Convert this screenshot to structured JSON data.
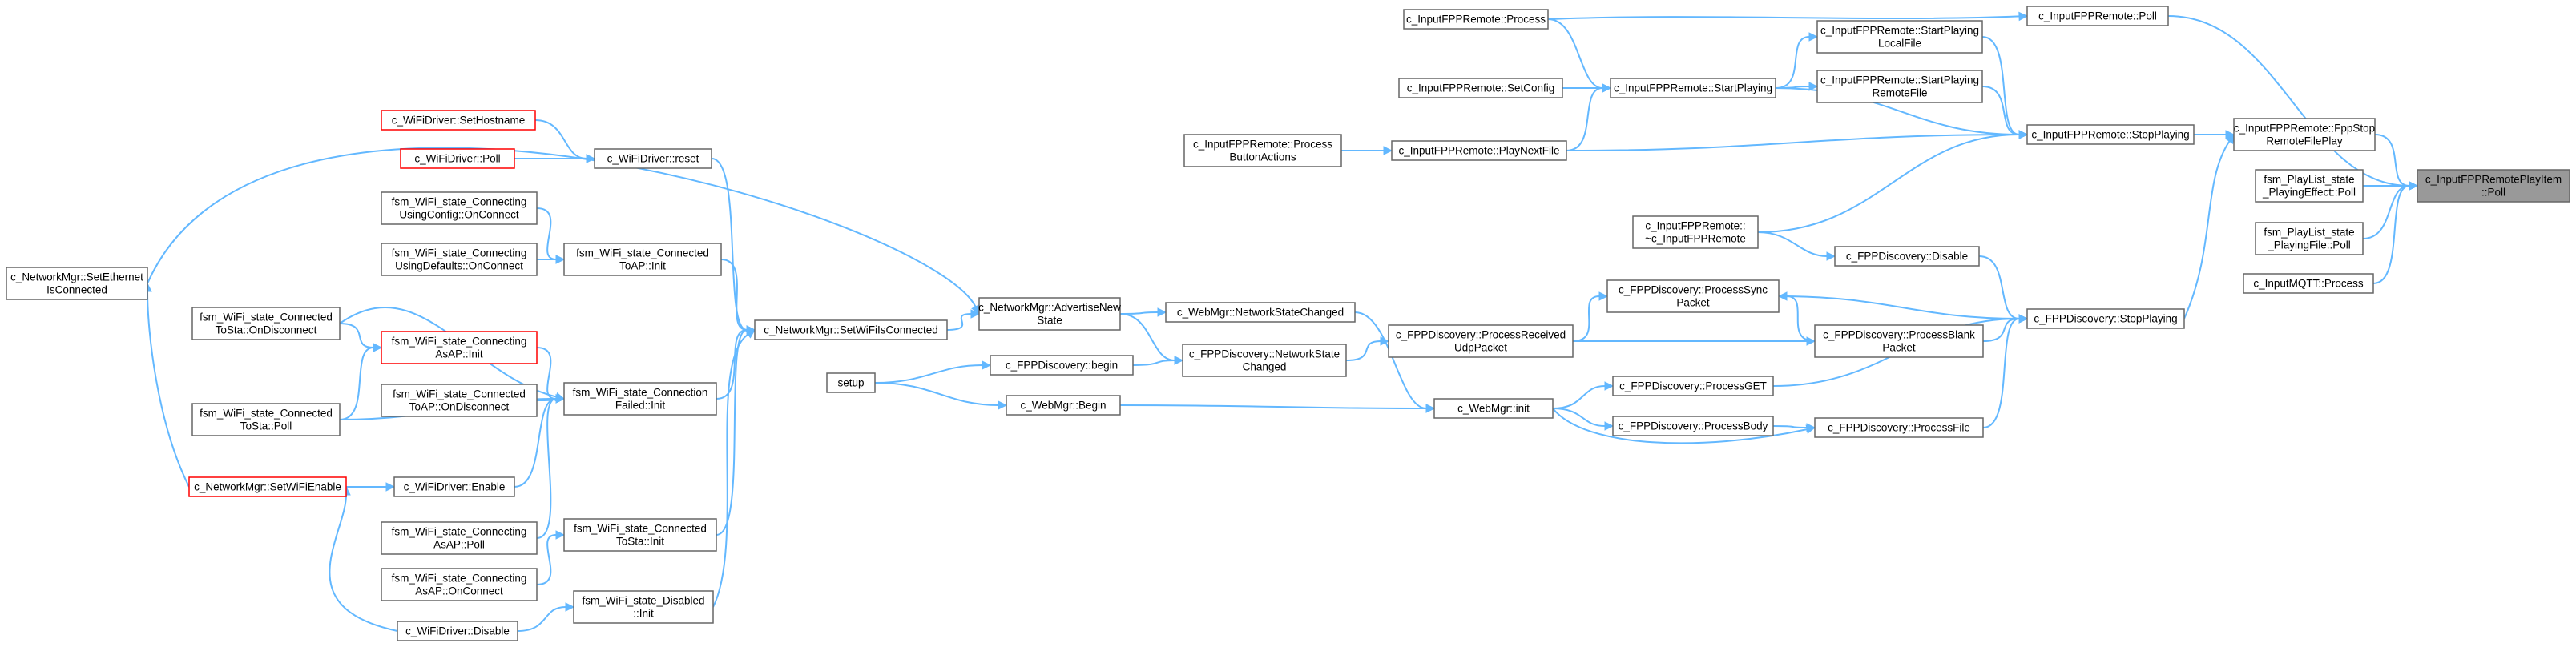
{
  "nodes": [
    {
      "id": "root",
      "lines": [
        "c_InputFPPRemotePlayItem",
        "::Poll"
      ],
      "style": "root"
    },
    {
      "id": "remotePoll",
      "lines": [
        "c_InputFPPRemote::Poll"
      ]
    },
    {
      "id": "fppStop",
      "lines": [
        "c_InputFPPRemote::FppStop",
        "RemoteFilePlay"
      ]
    },
    {
      "id": "plEffect",
      "lines": [
        "fsm_PlayList_state",
        "_PlayingEffect::Poll"
      ]
    },
    {
      "id": "plFile",
      "lines": [
        "fsm_PlayList_state",
        "_PlayingFile::Poll"
      ]
    },
    {
      "id": "mqtt",
      "lines": [
        "c_InputMQTT::Process"
      ]
    },
    {
      "id": "stopPlaying",
      "lines": [
        "c_InputFPPRemote::StopPlaying"
      ]
    },
    {
      "id": "fppDiscStop",
      "lines": [
        "c_FPPDiscovery::StopPlaying"
      ]
    },
    {
      "id": "process",
      "lines": [
        "c_InputFPPRemote::Process"
      ]
    },
    {
      "id": "spLocal",
      "lines": [
        "c_InputFPPRemote::StartPlaying",
        "LocalFile"
      ]
    },
    {
      "id": "spRemote",
      "lines": [
        "c_InputFPPRemote::StartPlaying",
        "RemoteFile"
      ]
    },
    {
      "id": "startPlaying",
      "lines": [
        "c_InputFPPRemote::StartPlaying"
      ]
    },
    {
      "id": "setConfig",
      "lines": [
        "c_InputFPPRemote::SetConfig"
      ]
    },
    {
      "id": "playNext",
      "lines": [
        "c_InputFPPRemote::PlayNextFile"
      ]
    },
    {
      "id": "procButton",
      "lines": [
        "c_InputFPPRemote::Process",
        "ButtonActions"
      ]
    },
    {
      "id": "destructor",
      "lines": [
        "c_InputFPPRemote::",
        "~c_InputFPPRemote"
      ]
    },
    {
      "id": "discDisable",
      "lines": [
        "c_FPPDiscovery::Disable"
      ]
    },
    {
      "id": "procSync",
      "lines": [
        "c_FPPDiscovery::ProcessSync",
        "Packet"
      ]
    },
    {
      "id": "procBlank",
      "lines": [
        "c_FPPDiscovery::ProcessBlank",
        "Packet"
      ]
    },
    {
      "id": "procRecv",
      "lines": [
        "c_FPPDiscovery::ProcessReceived",
        "UdpPacket"
      ]
    },
    {
      "id": "procGet",
      "lines": [
        "c_FPPDiscovery::ProcessGET"
      ]
    },
    {
      "id": "procBody",
      "lines": [
        "c_FPPDiscovery::ProcessBody"
      ]
    },
    {
      "id": "procFile",
      "lines": [
        "c_FPPDiscovery::ProcessFile"
      ]
    },
    {
      "id": "webInit",
      "lines": [
        "c_WebMgr::init"
      ]
    },
    {
      "id": "netStateChanged",
      "lines": [
        "c_FPPDiscovery::NetworkState",
        "Changed"
      ]
    },
    {
      "id": "webNetState",
      "lines": [
        "c_WebMgr::NetworkStateChanged"
      ]
    },
    {
      "id": "advertise",
      "lines": [
        "c_NetworkMgr::AdvertiseNew",
        "State"
      ]
    },
    {
      "id": "discBegin",
      "lines": [
        "c_FPPDiscovery::begin"
      ]
    },
    {
      "id": "webBegin",
      "lines": [
        "c_WebMgr::Begin"
      ]
    },
    {
      "id": "setup",
      "lines": [
        "setup"
      ]
    },
    {
      "id": "setWiFiConn",
      "lines": [
        "c_NetworkMgr::SetWiFiIsConnected"
      ]
    },
    {
      "id": "wifiReset",
      "lines": [
        "c_WiFiDriver::reset"
      ]
    },
    {
      "id": "setHostname",
      "lines": [
        "c_WiFiDriver::SetHostname"
      ],
      "style": "red"
    },
    {
      "id": "driverPoll",
      "lines": [
        "c_WiFiDriver::Poll"
      ],
      "style": "red"
    },
    {
      "id": "connToApInit",
      "lines": [
        "fsm_WiFi_state_Connected",
        "ToAP::Init"
      ]
    },
    {
      "id": "connUsingCfg",
      "lines": [
        "fsm_WiFi_state_Connecting",
        "UsingConfig::OnConnect"
      ]
    },
    {
      "id": "connUsingDef",
      "lines": [
        "fsm_WiFi_state_Connecting",
        "UsingDefaults::OnConnect"
      ]
    },
    {
      "id": "connFailedInit",
      "lines": [
        "fsm_WiFi_state_Connection",
        "Failed::Init"
      ]
    },
    {
      "id": "toStaDisc",
      "lines": [
        "fsm_WiFi_state_Connected",
        "ToSta::OnDisconnect"
      ]
    },
    {
      "id": "asApInit",
      "lines": [
        "fsm_WiFi_state_Connecting",
        "AsAP::Init"
      ],
      "style": "red"
    },
    {
      "id": "toApDisc",
      "lines": [
        "fsm_WiFi_state_Connected",
        "ToAP::OnDisconnect"
      ]
    },
    {
      "id": "toStaPoll",
      "lines": [
        "fsm_WiFi_state_Connected",
        "ToSta::Poll"
      ]
    },
    {
      "id": "driverEnable",
      "lines": [
        "c_WiFiDriver::Enable"
      ]
    },
    {
      "id": "setWiFiEnable",
      "lines": [
        "c_NetworkMgr::SetWiFiEnable"
      ],
      "style": "red"
    },
    {
      "id": "setEthernet",
      "lines": [
        "c_NetworkMgr::SetEthernet",
        "IsConnected"
      ]
    },
    {
      "id": "asApPoll",
      "lines": [
        "fsm_WiFi_state_Connecting",
        "AsAP::Poll"
      ]
    },
    {
      "id": "toStaInit",
      "lines": [
        "fsm_WiFi_state_Connected",
        "ToSta::Init"
      ]
    },
    {
      "id": "asApConnect",
      "lines": [
        "fsm_WiFi_state_Connecting",
        "AsAP::OnConnect"
      ]
    },
    {
      "id": "disabledInit",
      "lines": [
        "fsm_WiFi_state_Disabled",
        "::Init"
      ]
    },
    {
      "id": "driverDisable",
      "lines": [
        "c_WiFiDriver::Disable"
      ]
    }
  ],
  "edges": [
    {
      "from": "remotePoll",
      "to": "root"
    },
    {
      "from": "fppStop",
      "to": "root"
    },
    {
      "from": "plEffect",
      "to": "root"
    },
    {
      "from": "plFile",
      "to": "root"
    },
    {
      "from": "mqtt",
      "to": "root"
    },
    {
      "from": "process",
      "to": "remotePoll"
    },
    {
      "from": "stopPlaying",
      "to": "fppStop"
    },
    {
      "from": "fppDiscStop",
      "to": "fppStop"
    },
    {
      "from": "spLocal",
      "to": "stopPlaying"
    },
    {
      "from": "spRemote",
      "to": "stopPlaying"
    },
    {
      "from": "startPlaying",
      "to": "stopPlaying"
    },
    {
      "from": "playNext",
      "to": "stopPlaying"
    },
    {
      "from": "destructor",
      "to": "stopPlaying"
    },
    {
      "from": "startPlaying",
      "to": "spLocal"
    },
    {
      "from": "startPlaying",
      "to": "spRemote"
    },
    {
      "from": "process",
      "to": "startPlaying"
    },
    {
      "from": "setConfig",
      "to": "startPlaying"
    },
    {
      "from": "playNext",
      "to": "startPlaying"
    },
    {
      "from": "procButton",
      "to": "playNext"
    },
    {
      "from": "discDisable",
      "to": "fppDiscStop"
    },
    {
      "from": "procSync",
      "to": "fppDiscStop"
    },
    {
      "from": "procBlank",
      "to": "fppDiscStop"
    },
    {
      "from": "procGet",
      "to": "fppDiscStop"
    },
    {
      "from": "procFile",
      "to": "fppDiscStop"
    },
    {
      "from": "destructor",
      "to": "discDisable"
    },
    {
      "from": "procBlank",
      "to": "procSync"
    },
    {
      "from": "procRecv",
      "to": "procSync"
    },
    {
      "from": "procRecv",
      "to": "procBlank"
    },
    {
      "from": "webInit",
      "to": "procGet"
    },
    {
      "from": "webInit",
      "to": "procBody"
    },
    {
      "from": "procBody",
      "to": "procFile"
    },
    {
      "from": "webInit",
      "to": "procFile"
    },
    {
      "from": "netStateChanged",
      "to": "procRecv"
    },
    {
      "from": "webNetState",
      "to": "webInit"
    },
    {
      "from": "webBegin",
      "to": "webInit"
    },
    {
      "from": "advertise",
      "to": "webNetState"
    },
    {
      "from": "advertise",
      "to": "netStateChanged"
    },
    {
      "from": "discBegin",
      "to": "netStateChanged"
    },
    {
      "from": "setup",
      "to": "discBegin"
    },
    {
      "from": "setup",
      "to": "webBegin"
    },
    {
      "from": "setWiFiConn",
      "to": "advertise"
    },
    {
      "from": "setEthernet",
      "to": "advertise"
    },
    {
      "from": "wifiReset",
      "to": "setWiFiConn"
    },
    {
      "from": "connToApInit",
      "to": "setWiFiConn"
    },
    {
      "from": "connFailedInit",
      "to": "setWiFiConn"
    },
    {
      "from": "toStaInit",
      "to": "setWiFiConn"
    },
    {
      "from": "disabledInit",
      "to": "setWiFiConn"
    },
    {
      "from": "setHostname",
      "to": "wifiReset"
    },
    {
      "from": "driverPoll",
      "to": "wifiReset"
    },
    {
      "from": "connUsingCfg",
      "to": "connToApInit"
    },
    {
      "from": "connUsingDef",
      "to": "connToApInit"
    },
    {
      "from": "toStaDisc",
      "to": "connFailedInit"
    },
    {
      "from": "asApInit",
      "to": "connFailedInit"
    },
    {
      "from": "toApDisc",
      "to": "connFailedInit"
    },
    {
      "from": "toStaPoll",
      "to": "connFailedInit"
    },
    {
      "from": "driverEnable",
      "to": "connFailedInit"
    },
    {
      "from": "asApPoll",
      "to": "connFailedInit"
    },
    {
      "from": "asApConnect",
      "to": "toStaInit"
    },
    {
      "from": "toStaDisc",
      "to": "asApInit"
    },
    {
      "from": "toStaPoll",
      "to": "asApInit"
    },
    {
      "from": "setWiFiEnable",
      "to": "driverEnable"
    },
    {
      "from": "setWiFiEnable",
      "to": "setEthernet"
    },
    {
      "from": "driverDisable",
      "to": "setWiFiEnable"
    },
    {
      "from": "driverDisable",
      "to": "disabledInit"
    }
  ]
}
